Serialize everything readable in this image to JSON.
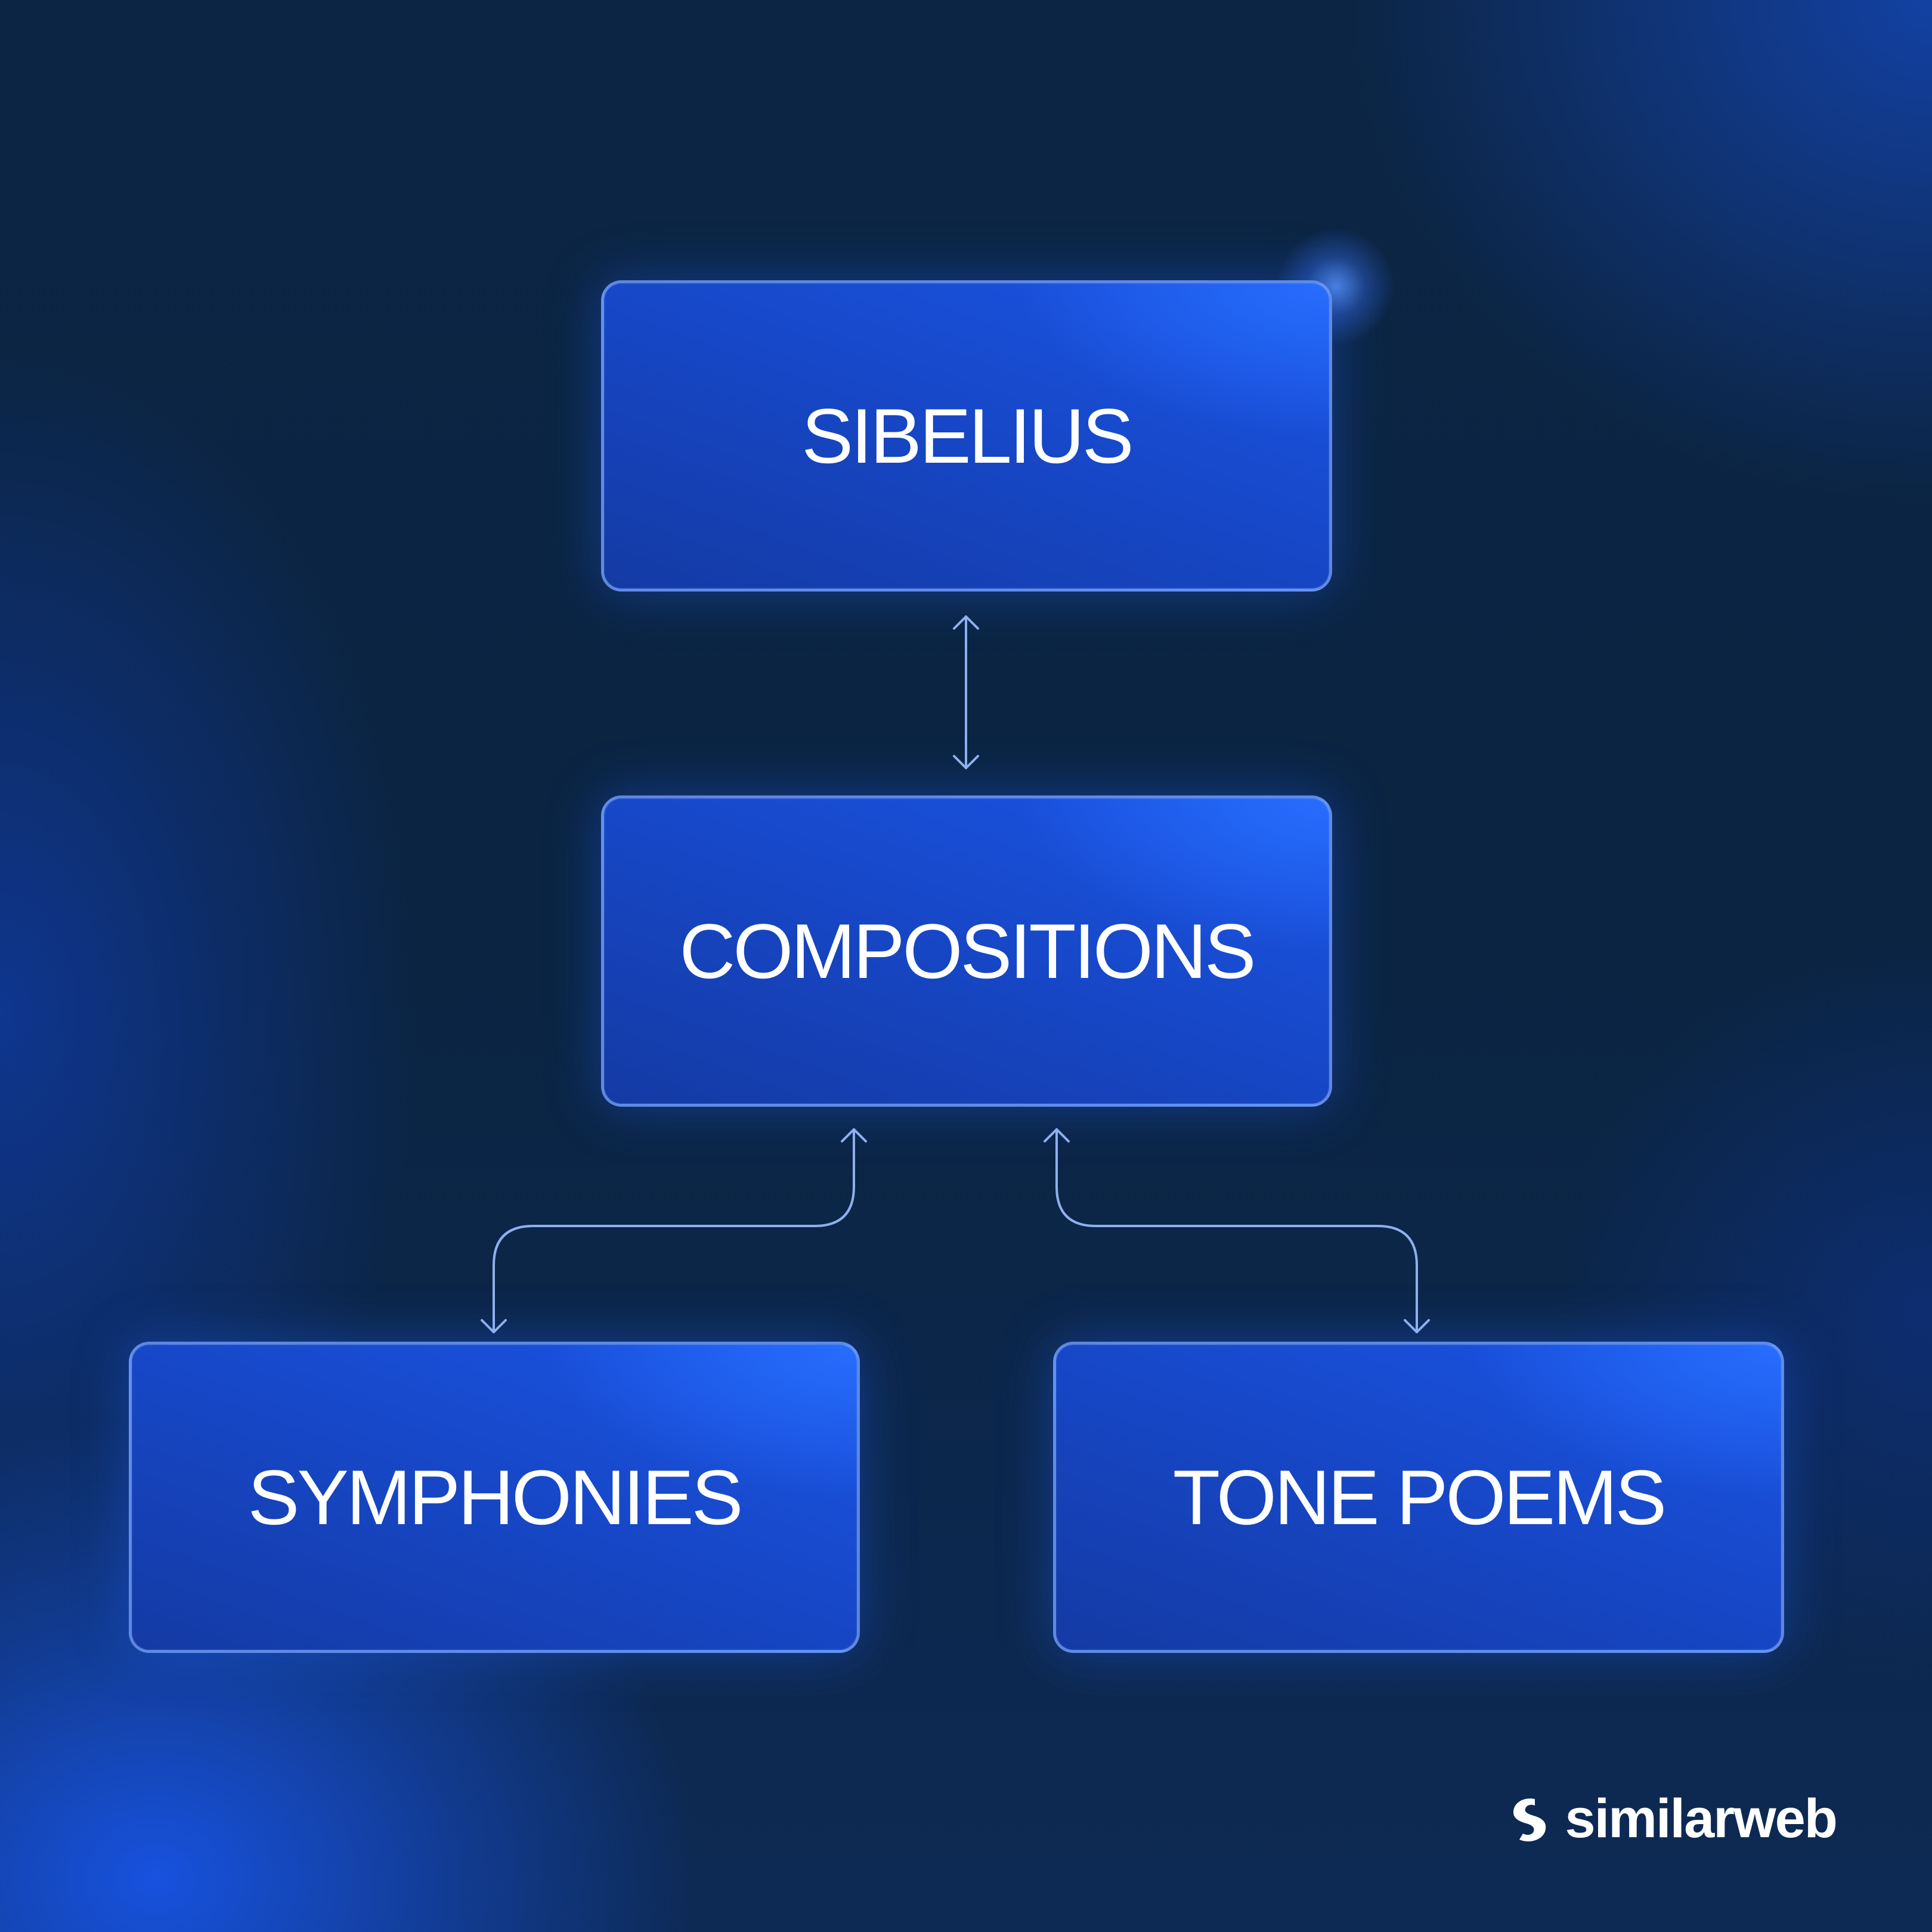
{
  "nodes": {
    "sibelius": "SIBELIUS",
    "compositions": "COMPOSITIONS",
    "symphonies": "SYMPHONIES",
    "tone_poems": "TONE POEMS"
  },
  "brand": {
    "name": "similarweb",
    "icon": "similarweb-logo-icon"
  },
  "colors": {
    "box_fill": "#1a55e6",
    "box_border": "#7aa0f0",
    "connector": "#8fb0ee",
    "background": "#0c2544",
    "text": "#ffffff"
  }
}
